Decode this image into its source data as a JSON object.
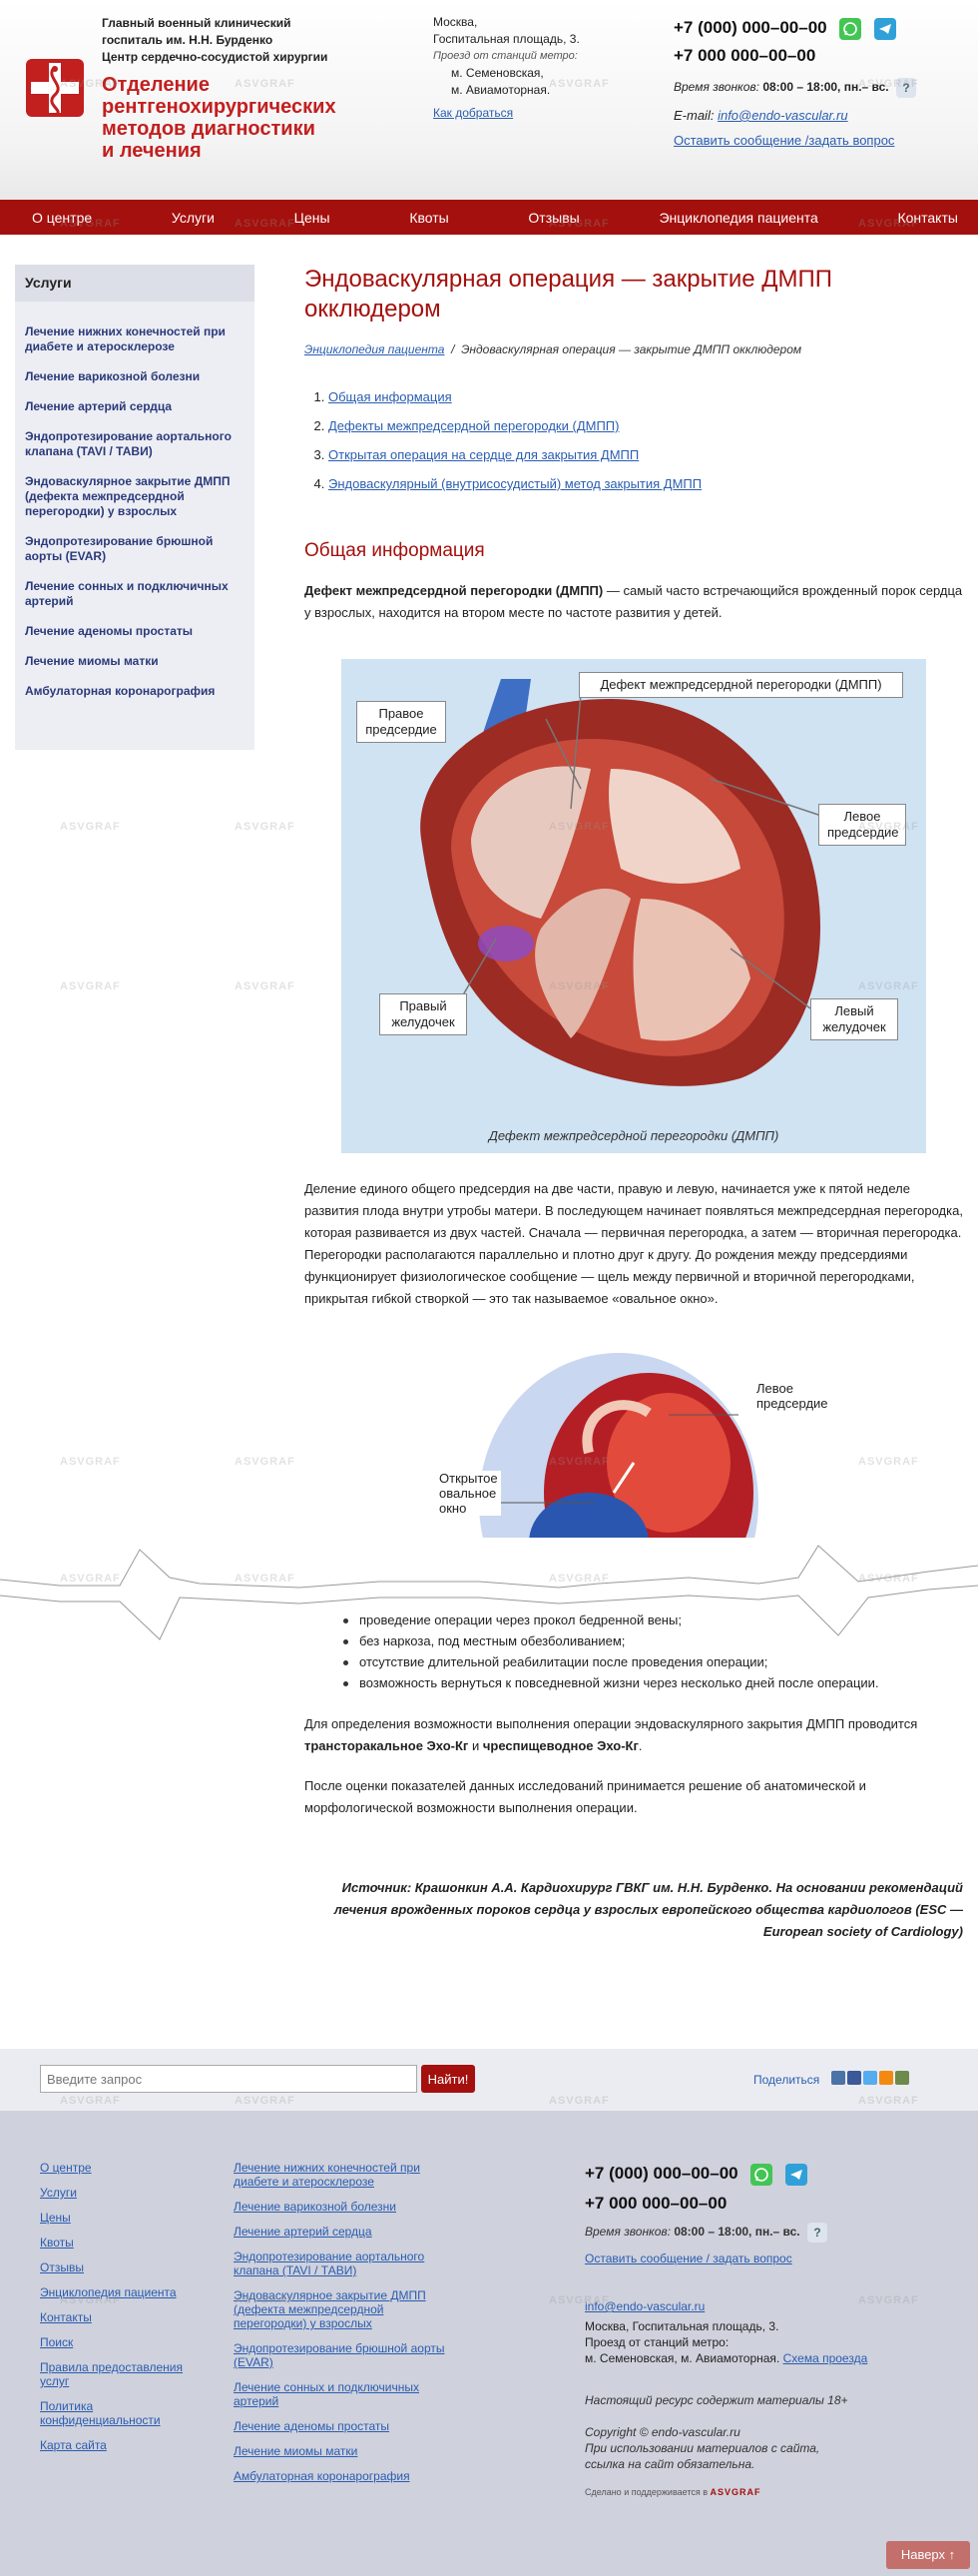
{
  "header": {
    "org_line1": "Главный военный клинический",
    "org_line2": "госпиталь им. Н.Н. Бурденко",
    "org_line3": "Центр сердечно-сосудистой хирургии",
    "dept_line1": "Отделение",
    "dept_line2": "рентгенохирургических",
    "dept_line3": "методов диагностики",
    "dept_line4": "и лечения",
    "city": "Москва,",
    "street": "Госпитальная площадь, 3.",
    "metro_label": "Проезд от станций метро:",
    "metro1": "м. Семеновская,",
    "metro2": "м. Авиамоторная.",
    "directions_link": "Как добраться",
    "phone1": "+7 (000) 000–00–00",
    "phone2": "+7 000 000–00–00",
    "hours_label": "Время звонков:",
    "hours_value": "08:00 – 18:00, пн.– вс.",
    "help": "?",
    "email_label": "E-mail:",
    "email": "info@endo-vascular.ru",
    "message_link": "Оставить сообщение /задать вопрос"
  },
  "nav": [
    "О центре",
    "Услуги",
    "Цены",
    "Квоты",
    "Отзывы",
    "Энциклопедия пациента",
    "Контакты"
  ],
  "sidebar": {
    "title": "Услуги",
    "items": [
      "Лечение нижних конечностей при диабете и атеросклерозе",
      "Лечение варикозной болезни",
      "Лечение артерий сердца",
      "Эндопротезирование аортального клапана (TAVI / ТАВИ)",
      "Эндоваскулярное закрытие ДМПП (дефекта межпредсердной перегородки) у взрослых",
      "Эндопротезирование брюшной аорты (EVAR)",
      "Лечение сонных и подключичных артерий",
      "Лечение аденомы простаты",
      "Лечение миомы матки",
      "Амбулаторная коронарография"
    ]
  },
  "article": {
    "title": "Эндоваскулярная операция — закрытие ДМПП окклюдером",
    "breadcrumb_root": "Энциклопедия пациента",
    "breadcrumb_sep": "/",
    "breadcrumb_current": "Эндоваскулярная операция — закрытие ДМПП окклюдером",
    "toc": [
      "Общая информация",
      "Дефекты межпредсердной перегородки (ДМПП)",
      "Открытая операция на сердце для закрытия ДМПП",
      "Эндоваскулярный (внутрисосудистый) метод закрытия ДМПП"
    ],
    "section_title": "Общая информация",
    "intro_bold": "Дефект межпредсердной перегородки (ДМПП)",
    "intro_rest": " — самый часто встречающийся врожденный порок сердца у взрослых, находится на втором месте по частоте развития у детей.",
    "fig1_labels": {
      "ra": "Правое предсердие",
      "asd": "Дефект межпредсердной перегородки (ДМПП)",
      "la": "Левое предсердие",
      "rv": "Правый желудочек",
      "lv": "Левый желудочек"
    },
    "fig1_caption": "Дефект межпредсердной перегородки (ДМПП)",
    "para2": "Деление единого общего предсердия на две части, правую и левую, начинается уже к пятой неделе развития плода внутри утробы матери. В последующем начинает появляться межпредсердная перегородка, которая развивается из двух частей. Сначала — первичная перегородка, а затем — вторичная перегородка. Перегородки располагаются параллельно и плотно друг к другу. До рождения между предсердиями функционирует физиологическое сообщение — щель между первичной и вторичной перегородками, прикрытая гибкой створкой — это так называемое «овальное окно».",
    "fig2_labels": {
      "la": "Левое предсердие",
      "oval": "Открытое овальное окно"
    },
    "bullets": [
      "проведение операции через прокол бедренной вены;",
      "без наркоза, под местным обезболиванием;",
      "отсутствие длительной реабилитации после проведения операции;",
      "возможность вернуться к повседневной жизни через несколько дней после операции."
    ],
    "para3_a": "Для определения возможности выполнения операции эндоваскулярного закрытия ДМПП проводится ",
    "para3_b": "трансторакальное Эхо-Кг",
    "para3_c": " и ",
    "para3_d": "чреспищеводное Эхо-Кг",
    "para3_e": ".",
    "para4": "После оценки показателей данных исследований принимается решение об анатомической и морфологической возможности выполнения операции.",
    "source": "Источник: Крашонкин А.А. Кардиохирург ГВКГ им. Н.Н. Бурденко. На основании рекомендаций лечения врожденных пороков сердца у взрослых европейского общества кардиологов (ESC — European society of Cardiology)"
  },
  "search": {
    "placeholder": "Введите запрос",
    "button": "Найти!",
    "share": "Поделиться"
  },
  "footer": {
    "col1": [
      "О центре",
      "Услуги",
      "Цены",
      "Квоты",
      "Отзывы",
      "Энциклопедия пациента",
      "Контакты",
      "Поиск",
      "Правила предоставления услуг",
      "Политика конфиденциальности",
      "Карта сайта"
    ],
    "col2": [
      "Лечение нижних конечностей при диабете и атеросклерозе",
      "Лечение варикозной болезни",
      "Лечение артерий сердца",
      "Эндопротезирование аортального клапана (TAVI / ТАВИ)",
      "Эндоваскулярное закрытие ДМПП (дефекта межпредсердной перегородки) у взрослых",
      "Эндопротезирование брюшной аорты (EVAR)",
      "Лечение сонных и подключичных артерий",
      "Лечение аденомы простаты",
      "Лечение миомы матки",
      "Амбулаторная коронарография"
    ],
    "phone1": "+7 (000) 000–00–00",
    "phone2": "+7 000 000–00–00",
    "hours_label": "Время звонков:",
    "hours_value": "08:00 – 18:00, пн.– вс.",
    "message_link": "Оставить сообщение / задать вопрос",
    "email": "info@endo-vascular.ru",
    "address": "Москва, Госпитальная площадь, 3.",
    "metro_label": "Проезд от станций метро:",
    "metro": "м. Семеновская, м. Авиамоторная.",
    "scheme_link": "Схема проезда",
    "age": "Настоящий ресурс содержит материалы 18+",
    "copyright": "Copyright © endo-vascular.ru",
    "copy_note1": "При использовании материалов с сайта,",
    "copy_note2": "ссылка на сайт обязательна.",
    "made_by": "Сделано и поддерживается в",
    "made_brand": "ASVGRAF"
  },
  "watermark": "ASVGRAF",
  "up_button": "Наверх",
  "colors": {
    "brand_red": "#a4100d",
    "link": "#2a5db0",
    "sidebar_bg": "#eceef3",
    "footer_bg": "#cfd1dc"
  }
}
